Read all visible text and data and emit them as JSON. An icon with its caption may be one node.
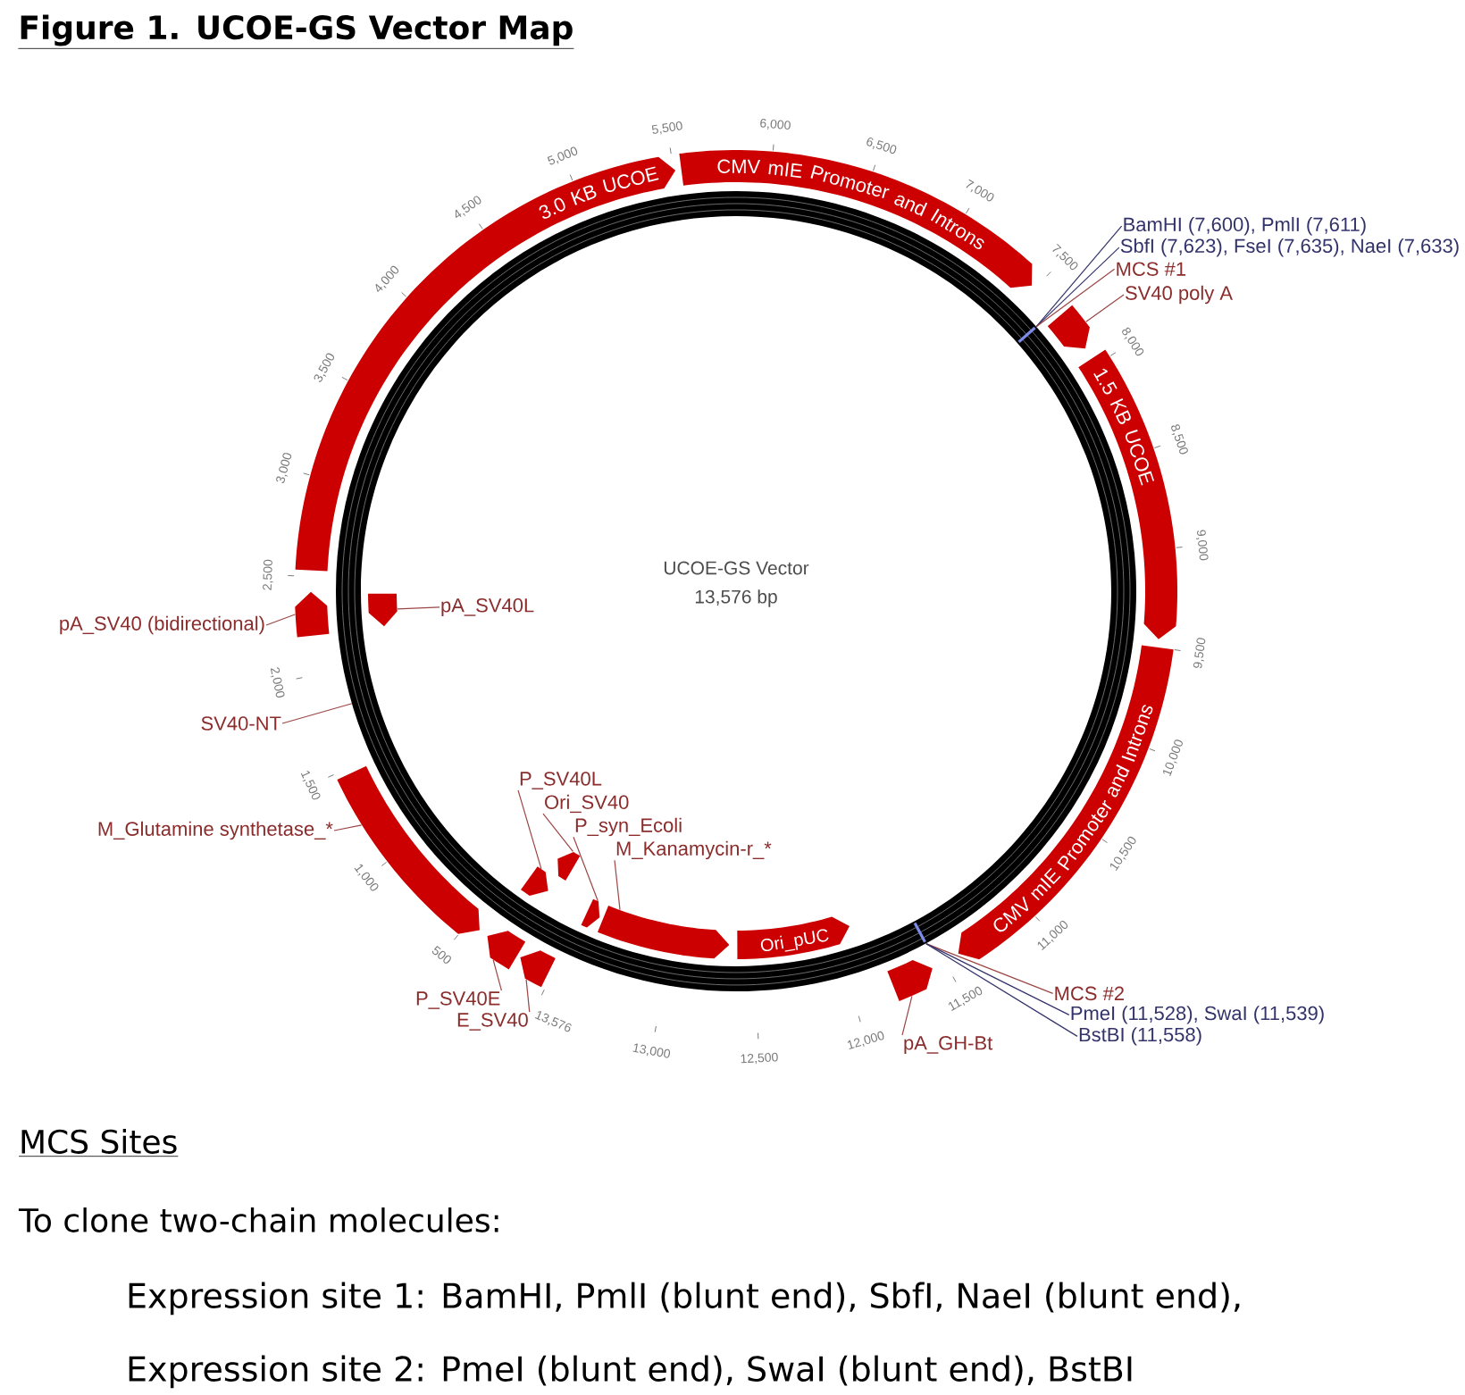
{
  "diagram": {
    "title": "Figure 1. UCOE-GS Vector Map",
    "nodes": [
      {
        "text": [
          "3.0 KB UCOE"
        ]
      },
      {
        "text": [
          "CMV mIE Promoter and Introns"
        ]
      },
      {
        "text": [
          "1.5 KB UCOE"
        ]
      },
      {
        "text": [
          "CMV mIE Promoter and Introns"
        ]
      },
      {
        "text": [
          "Ori_pUC"
        ]
      },
      {
        "text": [
          "BamHI (7,600), PmlI (7,611)"
        ]
      },
      {
        "text": [
          "SbfI (7,623), FseI (7,635), NaeI (7,633)"
        ]
      },
      {
        "text": [
          "MCS #1"
        ]
      },
      {
        "text": [
          "SV40 poly A"
        ]
      },
      {
        "text": [],
        "shape": "bar"
      },
      {
        "text": [
          "pA_SV40 (bidirectional)"
        ]
      },
      {
        "text": [],
        "shape": "bar"
      },
      {
        "text": [
          "pA_SV40L"
        ]
      },
      {
        "text": [],
        "shape": "bar"
      },
      {
        "text": [
          "SV40-NT"
        ]
      },
      {
        "text": [
          "M_Glutamine synthetase_*"
        ]
      },
      {
        "text": [],
        "shape": "bar"
      },
      {
        "text": [
          "P_SV40L"
        ]
      },
      {
        "text": [],
        "shape": "bar"
      },
      {
        "text": [
          "Ori_SV40"
        ]
      },
      {
        "text": [],
        "shape": "bar"
      },
      {
        "text": [
          "P_syn_Ecoli"
        ]
      },
      {
        "text": [],
        "shape": "bar"
      },
      {
        "text": [
          "M_Kanamycin-r_*"
        ]
      },
      {
        "text": [],
        "shape": "bar"
      },
      {
        "text": [
          "P_SV40E"
        ]
      },
      {
        "text": [],
        "shape": "bar"
      },
      {
        "text": [
          "E_SV40"
        ]
      },
      {
        "text": [],
        "shape": "bar"
      },
      {
        "text": [
          "MCS #2"
        ]
      },
      {
        "text": [
          "PmeI (11,528), SwaI (11,539)"
        ]
      },
      {
        "text": [
          "BstBI (11,558)"
        ]
      },
      {
        "text": [
          "pA_GH-Bt"
        ]
      },
      {
        "text": [],
        "shape": "bar"
      },
      {
        "text": [],
        "shape": "bar"
      },
      {
        "text": [],
        "shape": "bar"
      }
    ],
    "edges": [
      {
        "from": 5,
        "to": 34,
        "arrow": "none",
        "color": "#33336b"
      },
      {
        "from": 6,
        "to": 34,
        "arrow": "none",
        "color": "#33336b"
      },
      {
        "from": 7,
        "to": 34,
        "arrow": "none"
      },
      {
        "from": 8,
        "to": 9,
        "arrow": "none"
      },
      {
        "from": 10,
        "to": 11,
        "arrow": "none"
      },
      {
        "from": 12,
        "to": 13,
        "arrow": "none"
      },
      {
        "from": 14,
        "to": null,
        "arrow": "none"
      },
      {
        "from": 15,
        "to": 16,
        "arrow": "none"
      },
      {
        "from": 17,
        "to": 18,
        "arrow": "none"
      },
      {
        "from": 19,
        "to": 20,
        "arrow": "none"
      },
      {
        "from": 21,
        "to": 22,
        "arrow": "none"
      },
      {
        "from": 23,
        "to": 24,
        "arrow": "none"
      },
      {
        "from": 25,
        "to": 26,
        "arrow": "none"
      },
      {
        "from": 27,
        "to": 28,
        "arrow": "none"
      },
      {
        "from": 29,
        "to": 35,
        "arrow": "none"
      },
      {
        "from": 30,
        "to": 35,
        "arrow": "none",
        "color": "#33336b"
      },
      {
        "from": 31,
        "to": 35,
        "arrow": "none",
        "color": "#33336b"
      },
      {
        "from": 32,
        "to": 33,
        "arrow": "none"
      }
    ],
    "labels": [
      "500",
      "1,000",
      "1,500",
      "2,000",
      "2,500",
      "3,000",
      "3,500",
      "4,000",
      "4,500",
      "5,000",
      "5,500",
      "6,000",
      "6,500",
      "7,000",
      "7,500",
      "8,000",
      "8,500",
      "9,000",
      "9,500",
      "10,000",
      "10,500",
      "11,000",
      "11,500",
      "12,000",
      "12,500",
      "13,000",
      "13,576",
      "UCOE-GS Vector",
      "13,576 bp",
      "MCS Sites",
      "To clone two-chain molecules:",
      "Expression site 1: BamHI, PmlI (blunt end), SbfI, NaeI (blunt end),",
      "Expression site 2: PmeI (blunt end), SwaI (blunt end), BstBI"
    ]
  }
}
